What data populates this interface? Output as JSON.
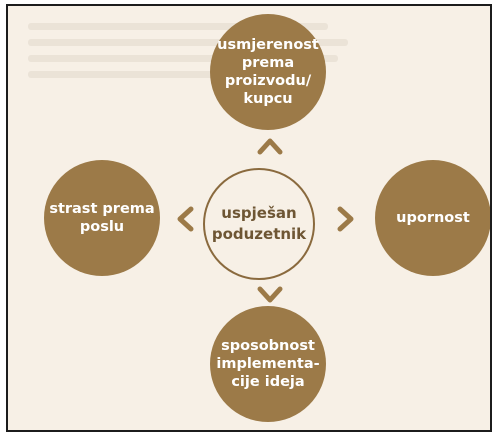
{
  "diagram": {
    "center": "uspješan\npoduzetnik",
    "top": "usmjerenost\nprema\nproizvodu/\nkupcu",
    "left": "strast prema\nposlu",
    "right": "upornost",
    "bottom": "sposobnost\nimplementa-\ncije ideja"
  },
  "colors": {
    "background": "#f7f0e6",
    "circle_fill": "#9c7a48",
    "center_border": "#8a6a3e",
    "center_text": "#6e5634",
    "circle_text": "#ffffff"
  },
  "icons": [
    "chevron-up-icon",
    "chevron-left-icon",
    "chevron-right-icon",
    "chevron-down-icon"
  ]
}
